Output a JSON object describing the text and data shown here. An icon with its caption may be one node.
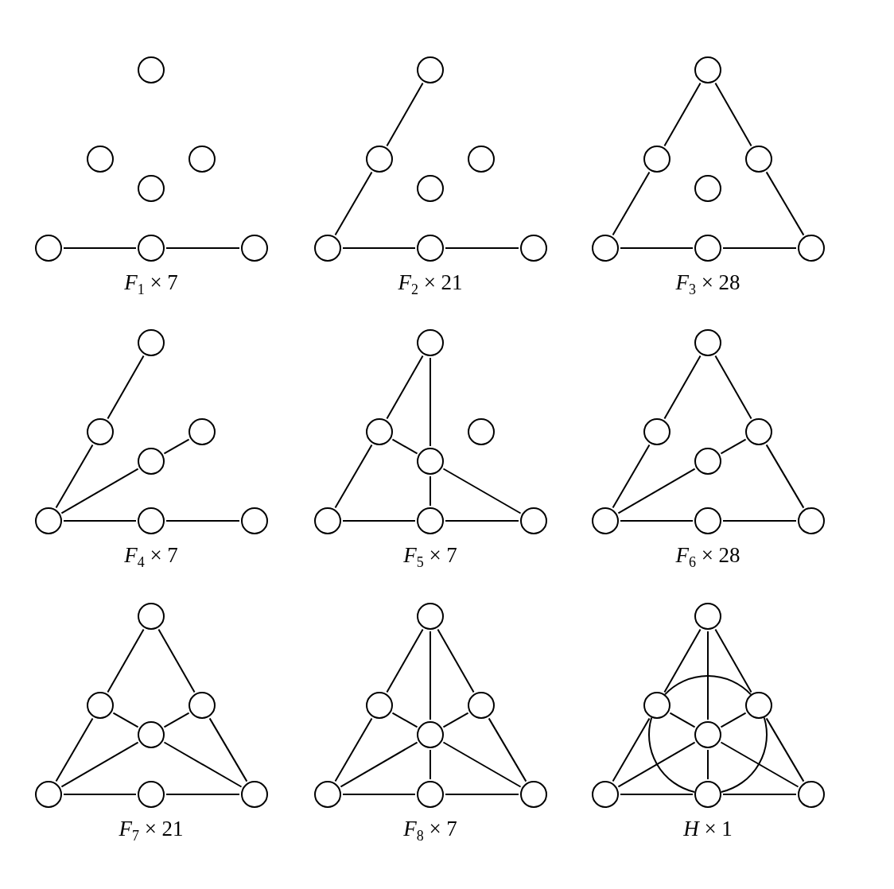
{
  "diagram": {
    "nodes": [
      {
        "text": [],
        "shape": "circle"
      },
      {
        "text": [],
        "shape": "circle"
      },
      {
        "text": [],
        "shape": "circle"
      },
      {
        "text": [],
        "shape": "circle"
      },
      {
        "text": [],
        "shape": "circle"
      },
      {
        "text": [],
        "shape": "circle"
      },
      {
        "text": [],
        "shape": "circle"
      },
      {
        "text": [],
        "shape": "circle"
      },
      {
        "text": [],
        "shape": "circle"
      },
      {
        "text": [],
        "shape": "circle"
      },
      {
        "text": [],
        "shape": "circle"
      },
      {
        "text": [],
        "shape": "circle"
      },
      {
        "text": [],
        "shape": "circle"
      },
      {
        "text": [],
        "shape": "circle"
      },
      {
        "text": [],
        "shape": "circle"
      },
      {
        "text": [],
        "shape": "circle"
      },
      {
        "text": [],
        "shape": "circle"
      },
      {
        "text": [],
        "shape": "circle"
      },
      {
        "text": [],
        "shape": "circle"
      },
      {
        "text": [],
        "shape": "circle"
      },
      {
        "text": [],
        "shape": "circle"
      },
      {
        "text": [],
        "shape": "circle"
      },
      {
        "text": [],
        "shape": "circle"
      },
      {
        "text": [],
        "shape": "circle"
      },
      {
        "text": [],
        "shape": "circle"
      },
      {
        "text": [],
        "shape": "circle"
      },
      {
        "text": [],
        "shape": "circle"
      },
      {
        "text": [],
        "shape": "circle"
      },
      {
        "text": [],
        "shape": "circle"
      },
      {
        "text": [],
        "shape": "circle"
      },
      {
        "text": [],
        "shape": "circle"
      },
      {
        "text": [],
        "shape": "circle"
      },
      {
        "text": [],
        "shape": "circle"
      },
      {
        "text": [],
        "shape": "circle"
      },
      {
        "text": [],
        "shape": "circle"
      },
      {
        "text": [],
        "shape": "circle"
      },
      {
        "text": [],
        "shape": "circle"
      },
      {
        "text": [],
        "shape": "circle"
      },
      {
        "text": [],
        "shape": "circle"
      },
      {
        "text": [],
        "shape": "circle"
      },
      {
        "text": [],
        "shape": "circle"
      },
      {
        "text": [],
        "shape": "circle"
      },
      {
        "text": [],
        "shape": "circle"
      },
      {
        "text": [],
        "shape": "circle"
      },
      {
        "text": [],
        "shape": "circle"
      },
      {
        "text": [],
        "shape": "circle"
      },
      {
        "text": [],
        "shape": "circle"
      },
      {
        "text": [],
        "shape": "circle"
      },
      {
        "text": [],
        "shape": "circle"
      },
      {
        "text": [],
        "shape": "circle"
      },
      {
        "text": [],
        "shape": "circle"
      },
      {
        "text": [],
        "shape": "circle"
      },
      {
        "text": [],
        "shape": "circle"
      },
      {
        "text": [],
        "shape": "circle"
      },
      {
        "text": [],
        "shape": "circle"
      },
      {
        "text": [],
        "shape": "circle"
      },
      {
        "text": [],
        "shape": "circle"
      },
      {
        "text": [],
        "shape": "circle"
      },
      {
        "text": [],
        "shape": "circle"
      },
      {
        "text": [],
        "shape": "circle"
      },
      {
        "text": [],
        "shape": "circle"
      },
      {
        "text": [],
        "shape": "circle"
      },
      {
        "text": [],
        "shape": "circle"
      }
    ],
    "edges": [
      {
        "from": 4,
        "to": 5,
        "arrow": "none"
      },
      {
        "from": 5,
        "to": 6,
        "arrow": "none"
      },
      {
        "from": 7,
        "to": 8,
        "arrow": "none"
      },
      {
        "from": 8,
        "to": 11,
        "arrow": "none"
      },
      {
        "from": 11,
        "to": 12,
        "arrow": "none"
      },
      {
        "from": 12,
        "to": 13,
        "arrow": "none"
      },
      {
        "from": 14,
        "to": 15,
        "arrow": "none"
      },
      {
        "from": 15,
        "to": 18,
        "arrow": "none"
      },
      {
        "from": 14,
        "to": 16,
        "arrow": "none"
      },
      {
        "from": 16,
        "to": 20,
        "arrow": "none"
      },
      {
        "from": 18,
        "to": 19,
        "arrow": "none"
      },
      {
        "from": 19,
        "to": 20,
        "arrow": "none"
      },
      {
        "from": 21,
        "to": 22,
        "arrow": "none"
      },
      {
        "from": 22,
        "to": 25,
        "arrow": "none"
      },
      {
        "from": 23,
        "to": 24,
        "arrow": "none"
      },
      {
        "from": 24,
        "to": 25,
        "arrow": "none"
      },
      {
        "from": 25,
        "to": 26,
        "arrow": "none"
      },
      {
        "from": 26,
        "to": 27,
        "arrow": "none"
      },
      {
        "from": 28,
        "to": 29,
        "arrow": "none"
      },
      {
        "from": 29,
        "to": 32,
        "arrow": "none"
      },
      {
        "from": 28,
        "to": 31,
        "arrow": "none"
      },
      {
        "from": 29,
        "to": 31,
        "arrow": "none"
      },
      {
        "from": 31,
        "to": 34,
        "arrow": "none"
      },
      {
        "from": 31,
        "to": 33,
        "arrow": "none"
      },
      {
        "from": 32,
        "to": 33,
        "arrow": "none"
      },
      {
        "from": 33,
        "to": 34,
        "arrow": "none"
      },
      {
        "from": 35,
        "to": 36,
        "arrow": "none"
      },
      {
        "from": 36,
        "to": 39,
        "arrow": "none"
      },
      {
        "from": 35,
        "to": 37,
        "arrow": "none"
      },
      {
        "from": 37,
        "to": 41,
        "arrow": "none"
      },
      {
        "from": 37,
        "to": 38,
        "arrow": "none"
      },
      {
        "from": 38,
        "to": 39,
        "arrow": "none"
      },
      {
        "from": 39,
        "to": 40,
        "arrow": "none"
      },
      {
        "from": 40,
        "to": 41,
        "arrow": "none"
      },
      {
        "from": 42,
        "to": 43,
        "arrow": "none"
      },
      {
        "from": 43,
        "to": 46,
        "arrow": "none"
      },
      {
        "from": 42,
        "to": 44,
        "arrow": "none"
      },
      {
        "from": 44,
        "to": 48,
        "arrow": "none"
      },
      {
        "from": 43,
        "to": 45,
        "arrow": "none"
      },
      {
        "from": 45,
        "to": 48,
        "arrow": "none"
      },
      {
        "from": 44,
        "to": 45,
        "arrow": "none"
      },
      {
        "from": 45,
        "to": 46,
        "arrow": "none"
      },
      {
        "from": 46,
        "to": 47,
        "arrow": "none"
      },
      {
        "from": 47,
        "to": 48,
        "arrow": "none"
      },
      {
        "from": 49,
        "to": 50,
        "arrow": "none"
      },
      {
        "from": 50,
        "to": 53,
        "arrow": "none"
      },
      {
        "from": 49,
        "to": 51,
        "arrow": "none"
      },
      {
        "from": 51,
        "to": 55,
        "arrow": "none"
      },
      {
        "from": 49,
        "to": 52,
        "arrow": "none"
      },
      {
        "from": 50,
        "to": 52,
        "arrow": "none"
      },
      {
        "from": 52,
        "to": 55,
        "arrow": "none"
      },
      {
        "from": 51,
        "to": 52,
        "arrow": "none"
      },
      {
        "from": 52,
        "to": 53,
        "arrow": "none"
      },
      {
        "from": 52,
        "to": 54,
        "arrow": "none"
      },
      {
        "from": 53,
        "to": 54,
        "arrow": "none"
      },
      {
        "from": 54,
        "to": 55,
        "arrow": "none"
      },
      {
        "from": 56,
        "to": 57,
        "arrow": "none"
      },
      {
        "from": 57,
        "to": 60,
        "arrow": "none"
      },
      {
        "from": 56,
        "to": 58,
        "arrow": "none"
      },
      {
        "from": 58,
        "to": 62,
        "arrow": "none"
      },
      {
        "from": 56,
        "to": 59,
        "arrow": "none"
      },
      {
        "from": 57,
        "to": 59,
        "arrow": "none"
      },
      {
        "from": 59,
        "to": 62,
        "arrow": "none"
      },
      {
        "from": 58,
        "to": 59,
        "arrow": "none"
      },
      {
        "from": 59,
        "to": 60,
        "arrow": "none"
      },
      {
        "from": 59,
        "to": 61,
        "arrow": "none"
      },
      {
        "from": 60,
        "to": 61,
        "arrow": "none"
      },
      {
        "from": 61,
        "to": 62,
        "arrow": "none"
      },
      {
        "from": 57,
        "to": 58,
        "arrow": "none"
      },
      {
        "from": 58,
        "to": 61,
        "arrow": "none"
      },
      {
        "from": 61,
        "to": 57,
        "arrow": "none"
      }
    ],
    "labels": [
      "*F*$_{1}$ × 7",
      "*F*$_{2}$ × 21",
      "*F*$_{3}$ × 28",
      "*F*$_{4}$ × 7",
      "*F*$_{5}$ × 7",
      "*F*$_{6}$ × 28",
      "*F*$_{7}$ × 21",
      "*F*$_{8}$ × 7",
      "*H* × 1"
    ]
  }
}
